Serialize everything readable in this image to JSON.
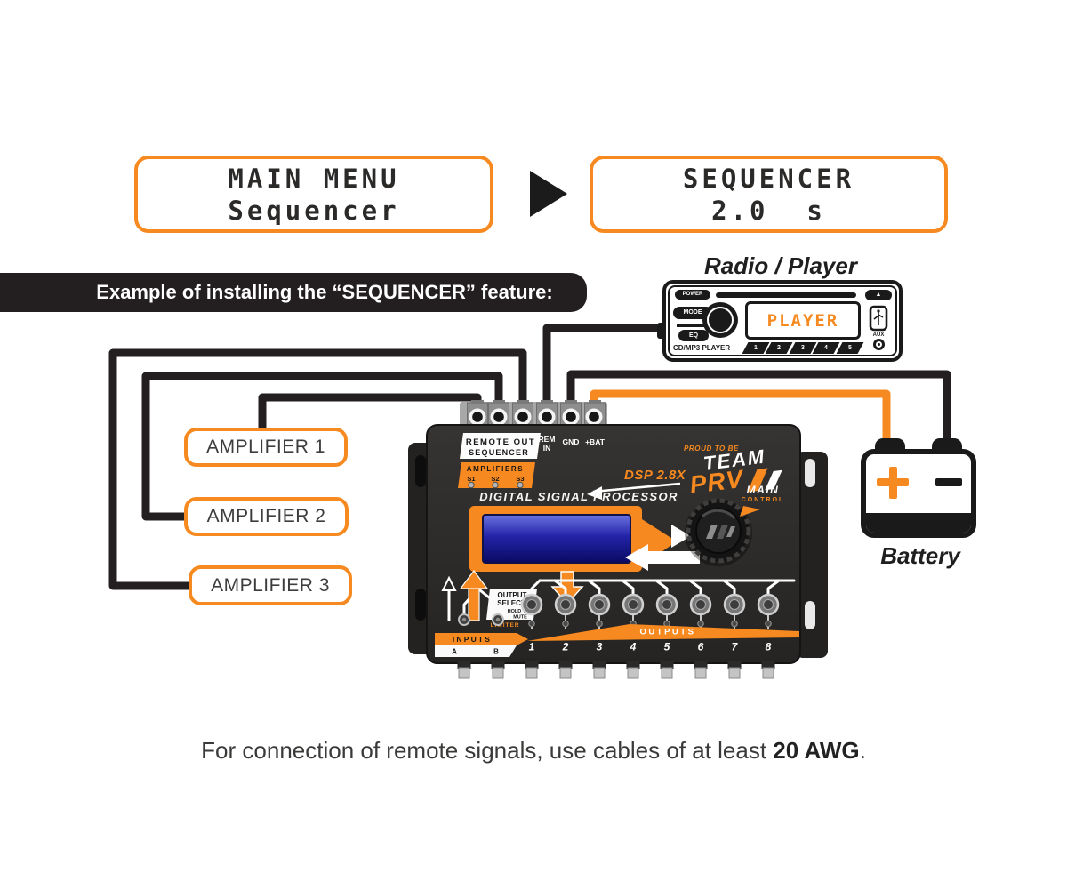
{
  "screens": {
    "main_menu": {
      "line1": "MAIN MENU",
      "line2": "Sequencer"
    },
    "sequencer": {
      "line1": "SEQUENCER",
      "line2": "2.0  s"
    }
  },
  "banner": "Example of installing the “SEQUENCER” feature:",
  "radio": {
    "label": "Radio / Player",
    "power": "POWER",
    "mode": "MODE",
    "eq": "EQ",
    "eject_icon": "▲",
    "display": "PLAYER",
    "cd_mp3": "CD/MP3 PLAYER",
    "presets": [
      "1",
      "2",
      "3",
      "4",
      "5"
    ],
    "aux": "AUX"
  },
  "amplifiers": [
    {
      "label": "AMPLIFIER 1"
    },
    {
      "label": "AMPLIFIER 2"
    },
    {
      "label": "AMPLIFIER 3"
    }
  ],
  "dsp": {
    "remote_out_line1": "REMOTE OUT",
    "remote_out_line2": "SEQUENCER",
    "rem": "REM",
    "in": "IN",
    "gnd": "GND",
    "bat": "+BAT",
    "amplifiers_label": "AMPLIFIERS",
    "s1": "S1",
    "s2": "S2",
    "s3": "S3",
    "proud": "PROUD TO BE",
    "team": "TEAM",
    "prv": "PRV",
    "model": "DSP 2.8X",
    "title": "DIGITAL SIGNAL PROCESSOR",
    "main": "MAIN",
    "control": "CONTROL",
    "output_select_line1": "OUTPUT",
    "output_select_line2": "SELECT",
    "output_select_line3": "HOLD TO",
    "output_select_line4": "MUTE",
    "limiter": "LIMITER",
    "inputs_label": "INPUTS",
    "input_a": "A",
    "input_b": "B",
    "outputs_label": "OUTPUTS",
    "outputs": [
      "1",
      "2",
      "3",
      "4",
      "5",
      "6",
      "7",
      "8"
    ]
  },
  "battery": {
    "label": "Battery"
  },
  "footer": {
    "prefix": "For connection of remote signals, use cables of at least ",
    "bold": "20 AWG",
    "suffix": "."
  },
  "colors": {
    "accent": "#F6891F",
    "ink": "#231F20",
    "lcd_blue": "#15159A"
  }
}
